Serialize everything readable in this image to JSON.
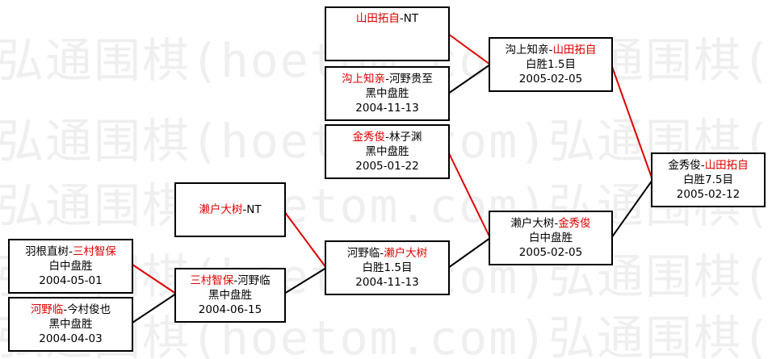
{
  "watermark": {
    "line1": "弘通围棋(hoetom.com)弘通围棋(h",
    "line2": "弘通围棋(hoetom.com)弘通围棋(h",
    "line3": "弘通围棋(hoetom.com)弘通围棋(h",
    "line4": "弘通围棋(hoetom.com)弘通围棋(h",
    "line5": "弘通围棋(hoetom.com)弘通围棋(h"
  },
  "colors": {
    "highlight": "#e00000",
    "text": "#000000",
    "winner_line": "#e00000",
    "loser_line": "#000000"
  },
  "matches": {
    "r1a": {
      "white": "羽根直树",
      "black": "三村智保",
      "winner": "black",
      "result": "白中盘胜",
      "date": "2004-05-01"
    },
    "r1b": {
      "white": "河野临",
      "black": "今村俊也",
      "winner": "white",
      "result": "黑中盘胜",
      "date": "2004-04-03"
    },
    "r1c": {
      "white": "沟上知亲",
      "black": "河野贵至",
      "winner": "white",
      "result": "黑中盘胜",
      "date": "2004-11-13"
    },
    "r1d": {
      "white": "金秀俊",
      "black": "林子渊",
      "winner": "white",
      "result": "黑中盘胜",
      "date": "2005-01-22"
    },
    "r2a": {
      "white": "三村智保",
      "black": "河野临",
      "winner": "white",
      "result": "黑中盘胜",
      "date": "2004-06-15"
    },
    "r2b": {
      "white": "濑户大树",
      "black": "NT",
      "winner": "white",
      "result": "",
      "date": ""
    },
    "r2c": {
      "white": "山田拓自",
      "black": "NT",
      "winner": "white",
      "result": "",
      "date": ""
    },
    "r3a": {
      "white": "河野临",
      "black": "濑户大树",
      "winner": "black",
      "result": "白胜1.5目",
      "date": "2004-11-13"
    },
    "r4a": {
      "white": "濑户大树",
      "black": "金秀俊",
      "winner": "black",
      "result": "白中盘胜",
      "date": "2005-02-05"
    },
    "r4b": {
      "white": "沟上知亲",
      "black": "山田拓自",
      "winner": "black",
      "result": "白胜1.5目",
      "date": "2005-02-05"
    },
    "final": {
      "white": "金秀俊",
      "black": "山田拓自",
      "winner": "black",
      "result": "白胜7.5目",
      "date": "2005-02-12"
    }
  },
  "dash": "-"
}
